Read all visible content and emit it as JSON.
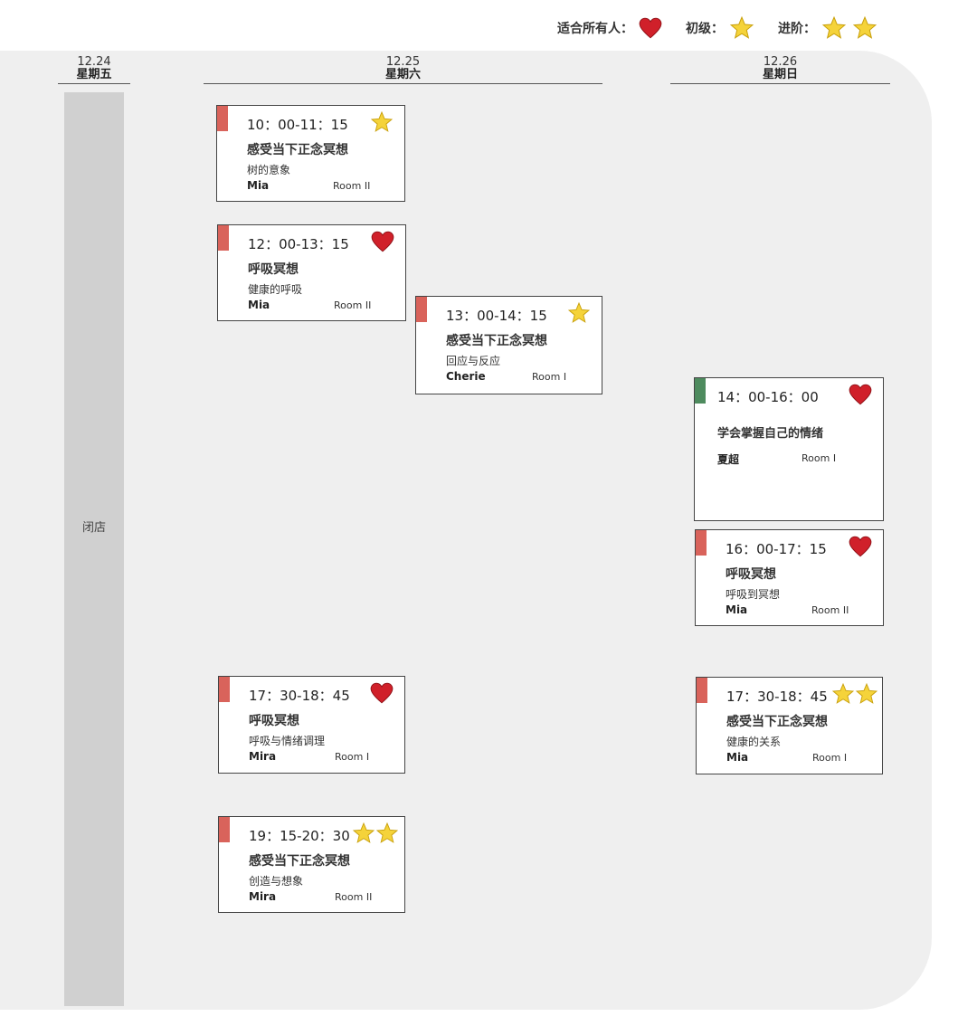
{
  "legend": {
    "all_label": "适合所有人：",
    "beginner_label": "初级：",
    "advanced_label": "进阶："
  },
  "days": [
    {
      "date": "12.24",
      "weekday": "星期五"
    },
    {
      "date": "12.25",
      "weekday": "星期六"
    },
    {
      "date": "12.26",
      "weekday": "星期日"
    }
  ],
  "closed_label": "闭店",
  "colors": {
    "red_bar": "#d9635b",
    "green_bar": "#4e8b5e",
    "heart": "#d0202a",
    "star": "#f5d33a"
  },
  "sessions": [
    {
      "time": "10：00-11：15",
      "title": "感受当下正念冥想",
      "subtitle": "树的意象",
      "host": "Mia",
      "room": "Room II",
      "level": "beginner"
    },
    {
      "time": "12：00-13：15",
      "title": "呼吸冥想",
      "subtitle": "健康的呼吸",
      "host": "Mia",
      "room": "Room II",
      "level": "all"
    },
    {
      "time": "13：00-14：15",
      "title": "感受当下正念冥想",
      "subtitle": "回应与反应",
      "host": "Cherie",
      "room": "Room I",
      "level": "beginner"
    },
    {
      "time": "14：00-16：00",
      "title": "学会掌握自己的情绪",
      "subtitle": "",
      "host": "夏超",
      "room": "Room I",
      "level": "all"
    },
    {
      "time": "16：00-17：15",
      "title": "呼吸冥想",
      "subtitle": "呼吸到冥想",
      "host": "Mia",
      "room": "Room II",
      "level": "all"
    },
    {
      "time": "17：30-18：45",
      "title": "呼吸冥想",
      "subtitle": "呼吸与情绪调理",
      "host": "Mira",
      "room": "Room I",
      "level": "all"
    },
    {
      "time": "17：30-18：45",
      "title": "感受当下正念冥想",
      "subtitle": "健康的关系",
      "host": "Mia",
      "room": "Room I",
      "level": "advanced"
    },
    {
      "time": "19：15-20：30",
      "title": "感受当下正念冥想",
      "subtitle": "创造与想象",
      "host": "Mira",
      "room": "Room II",
      "level": "advanced"
    }
  ]
}
